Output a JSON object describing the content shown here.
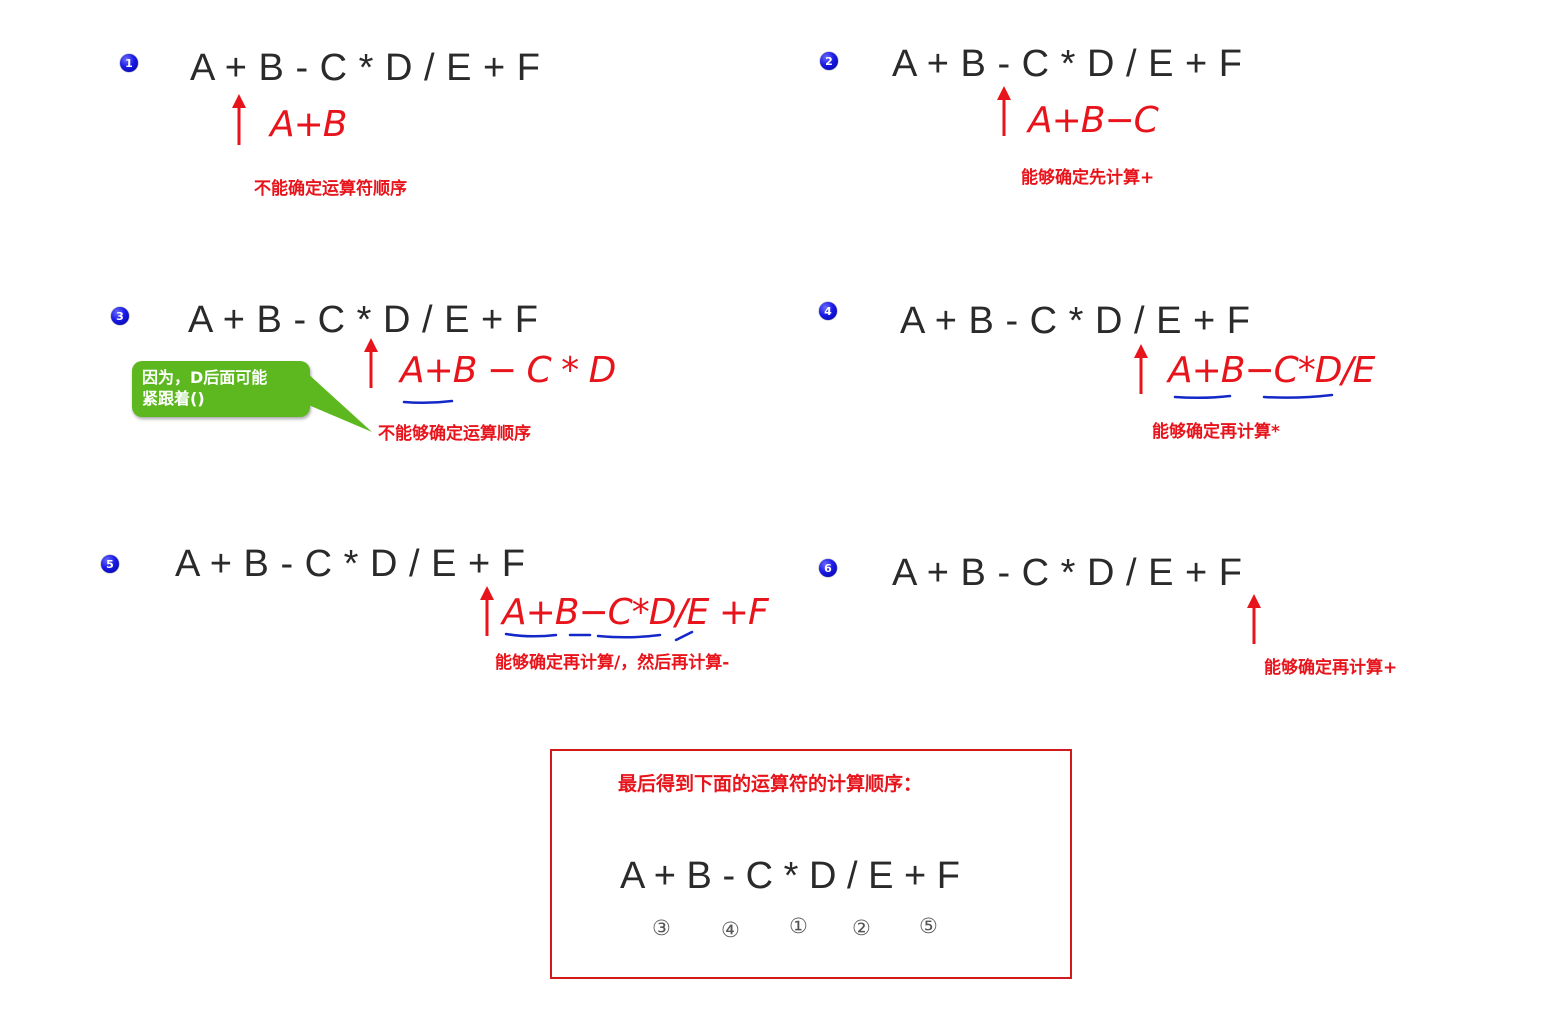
{
  "expression": "A + B - C * D / E + F",
  "steps": [
    {
      "number": "1",
      "handwriting": "A+B",
      "note": "不能确定运算符顺序"
    },
    {
      "number": "2",
      "handwriting": "A+B−C",
      "note": "能够确定先计算+"
    },
    {
      "number": "3",
      "handwriting": "A+B − C * D",
      "note": "不能够确定运算顺序"
    },
    {
      "number": "4",
      "handwriting": "A+B−C*D/E",
      "note": "能够确定再计算*"
    },
    {
      "number": "5",
      "handwriting": "A+B−C*D/E +F",
      "note": "能够确定再计算/，然后再计算-"
    },
    {
      "number": "6",
      "handwriting": "",
      "note": "能够确定再计算+"
    }
  ],
  "callout": {
    "line1": "因为，D后面可能",
    "line2": "紧跟着()"
  },
  "summary": {
    "title": "最后得到下面的运算符的计算顺序：",
    "order_marks": [
      "③",
      "④",
      "①",
      "②",
      "⑤"
    ]
  },
  "colors": {
    "annotation": "#e8141c",
    "underline": "#1428c8",
    "callout": "#5cb81e",
    "badge": "#1a1ae6"
  }
}
